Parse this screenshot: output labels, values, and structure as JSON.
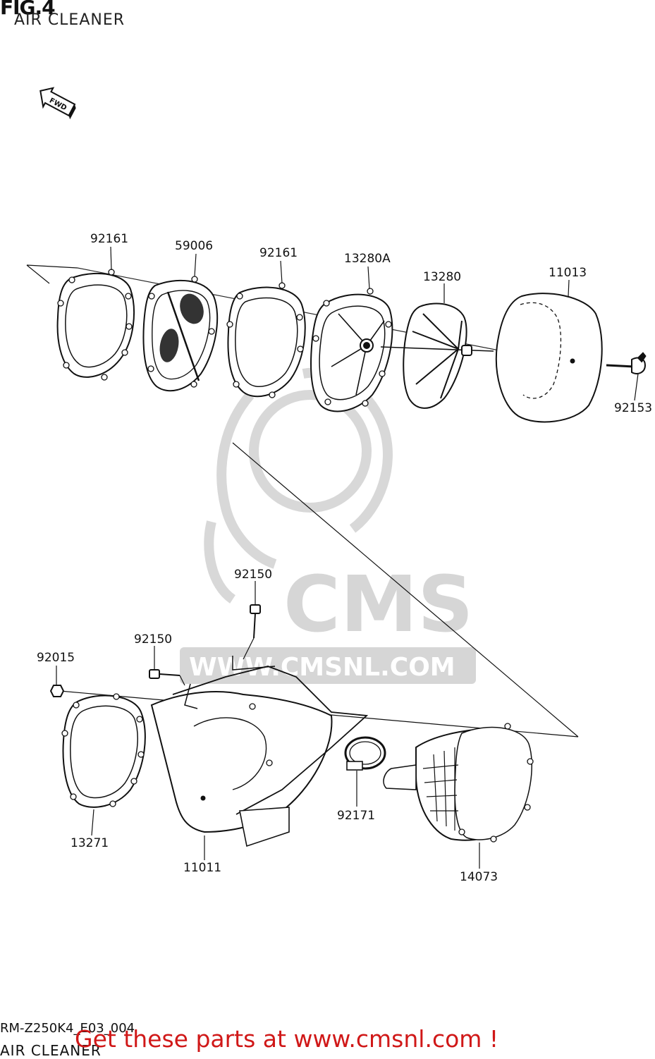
{
  "figure": {
    "title": "FIG.4",
    "subtitle": "AIR CLEANER",
    "direction_badge": "FWD"
  },
  "parts": {
    "p_92161_a": "92161",
    "p_59006": "59006",
    "p_92161_b": "92161",
    "p_13280A": "13280A",
    "p_13280": "13280",
    "p_11013": "11013",
    "p_92153": "92153",
    "p_92150_a": "92150",
    "p_92150_b": "92150",
    "p_92015": "92015",
    "p_13271": "13271",
    "p_11011": "11011",
    "p_92171": "92171",
    "p_14073": "14073"
  },
  "watermark": {
    "brand": "CMS",
    "url": "WWW.CMSNL.COM"
  },
  "footer": {
    "diagram_code": "RM-Z250K4_E03_004",
    "section_title": "AIR CLEANER",
    "promo_text": "Get these parts at www.cmsnl.com !"
  },
  "colors": {
    "promo": "#d01818",
    "watermark": "#d6d6d6",
    "line": "#111111"
  }
}
